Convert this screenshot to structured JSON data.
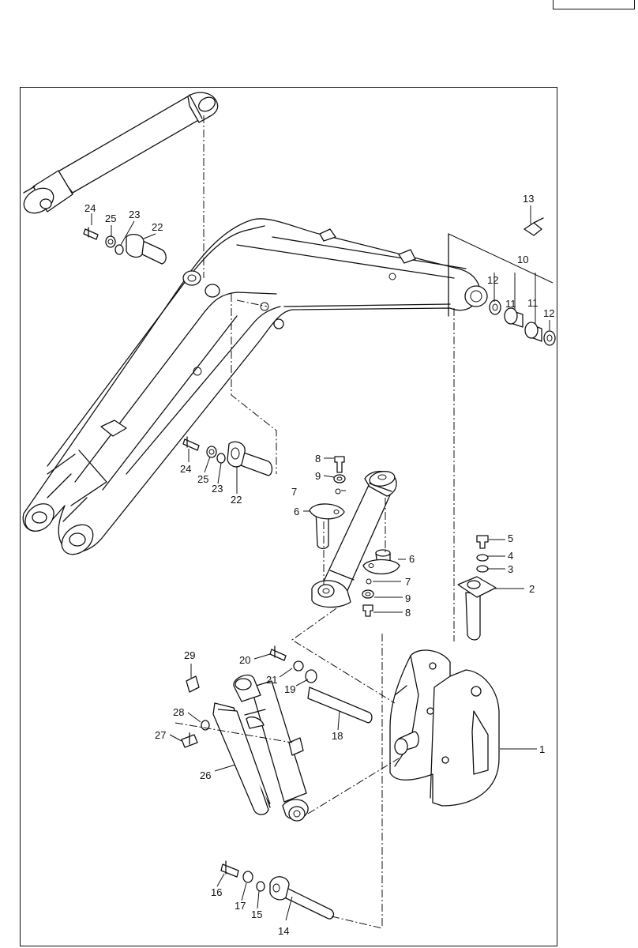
{
  "diagram": {
    "callouts": [
      "1",
      "2",
      "3",
      "4",
      "5",
      "6",
      "7",
      "8",
      "9",
      "6",
      "7",
      "8",
      "9",
      "10",
      "11",
      "11",
      "12",
      "12",
      "13",
      "14",
      "15",
      "16",
      "17",
      "18",
      "19",
      "20",
      "21",
      "22",
      "23",
      "24",
      "25",
      "22",
      "23",
      "24",
      "25",
      "26",
      "27",
      "28",
      "29"
    ]
  }
}
